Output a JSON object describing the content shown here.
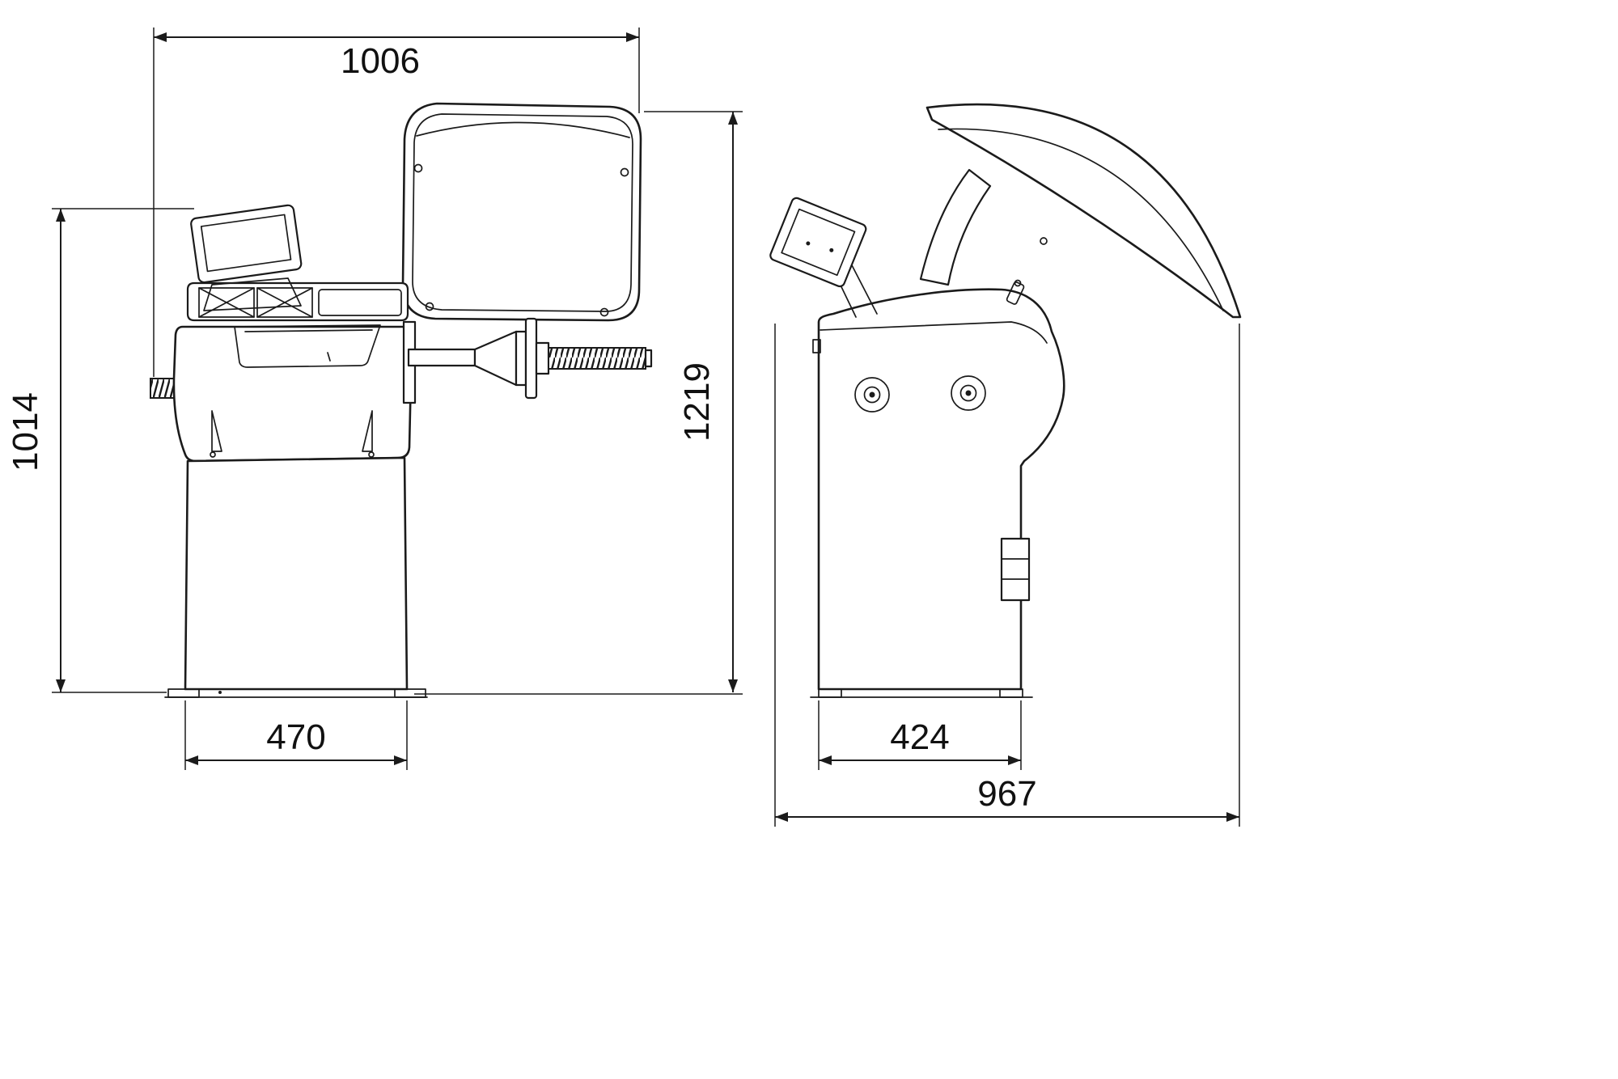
{
  "dims": {
    "front_overall_width": "1006",
    "front_height_to_console": "1014",
    "front_overall_height": "1219",
    "front_base_width": "470",
    "side_cabinet_depth": "424",
    "side_overall_depth": "967"
  }
}
